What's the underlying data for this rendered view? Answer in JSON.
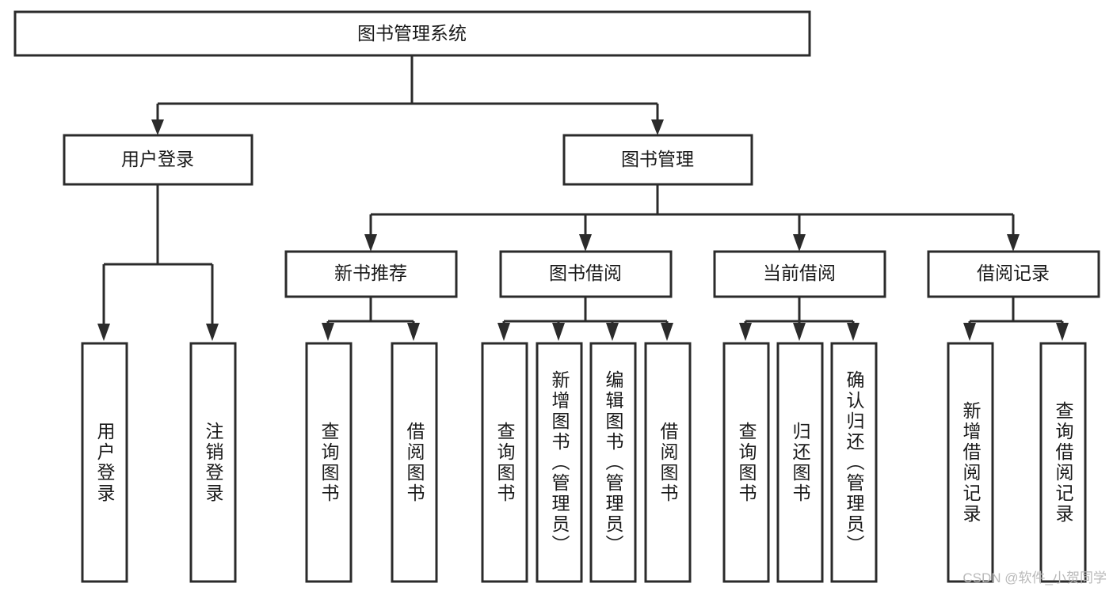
{
  "diagram": {
    "title": "图书管理系统",
    "type": "tree-hierarchy",
    "watermark": "CSDN @软件_小贺同学",
    "colors": {
      "stroke": "#2b2b2b",
      "fill": "#ffffff",
      "text": "#1a1a1a",
      "watermark": "#b9b9b9"
    },
    "nodes": {
      "root": {
        "label": "图书管理系统",
        "orientation": "horizontal"
      },
      "level1": [
        {
          "id": "user-login",
          "label": "用户登录",
          "orientation": "horizontal"
        },
        {
          "id": "book-manage",
          "label": "图书管理",
          "orientation": "horizontal"
        }
      ],
      "level2": [
        {
          "id": "new-book-recommend",
          "label": "新书推荐",
          "orientation": "horizontal"
        },
        {
          "id": "book-borrow",
          "label": "图书借阅",
          "orientation": "horizontal"
        },
        {
          "id": "current-borrow",
          "label": "当前借阅",
          "orientation": "horizontal"
        },
        {
          "id": "borrow-record",
          "label": "借阅记录",
          "orientation": "horizontal"
        }
      ],
      "leaves": {
        "user-login": [
          {
            "id": "leaf-user-login",
            "label": "用户登录",
            "orientation": "vertical"
          },
          {
            "id": "leaf-logout-login",
            "label": "注销登录",
            "orientation": "vertical"
          }
        ],
        "new-book-recommend": [
          {
            "id": "leaf-query-book-1",
            "label": "查询图书",
            "orientation": "vertical"
          },
          {
            "id": "leaf-borrow-book-1",
            "label": "借阅图书",
            "orientation": "vertical"
          }
        ],
        "book-borrow": [
          {
            "id": "leaf-query-book-2",
            "label": "查询图书",
            "orientation": "vertical"
          },
          {
            "id": "leaf-add-book",
            "label": "新增图书（管理员）",
            "orientation": "vertical"
          },
          {
            "id": "leaf-edit-book",
            "label": "编辑图书（管理员）",
            "orientation": "vertical"
          },
          {
            "id": "leaf-borrow-book-2",
            "label": "借阅图书",
            "orientation": "vertical"
          }
        ],
        "current-borrow": [
          {
            "id": "leaf-query-book-3",
            "label": "查询图书",
            "orientation": "vertical"
          },
          {
            "id": "leaf-return-book",
            "label": "归还图书",
            "orientation": "vertical"
          },
          {
            "id": "leaf-confirm-return",
            "label": "确认归还（管理员）",
            "orientation": "vertical"
          }
        ],
        "borrow-record": [
          {
            "id": "leaf-add-record",
            "label": "新增借阅记录",
            "orientation": "vertical"
          },
          {
            "id": "leaf-query-record",
            "label": "查询借阅记录",
            "orientation": "vertical"
          }
        ]
      }
    }
  }
}
